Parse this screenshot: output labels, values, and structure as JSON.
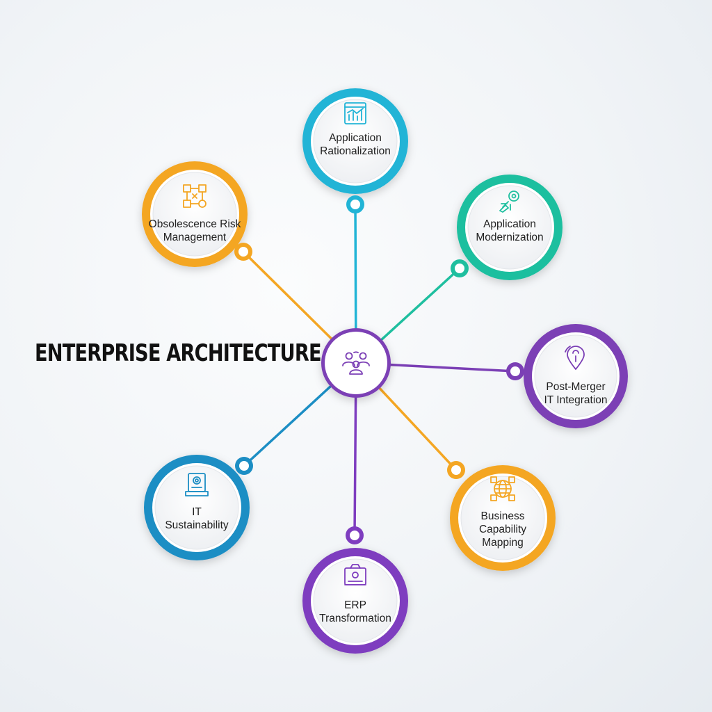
{
  "title": "ENTERPRISE ARCHITECTURE",
  "colors": {
    "cyan": "#21b4d6",
    "teal": "#1fbf9f",
    "purple": "#7b3fb5",
    "orange": "#f4a623",
    "blue": "#1c8ec4",
    "violet": "#7e3dbf"
  },
  "hub": {
    "icon": "people-network-icon",
    "color": "#7b3fb5"
  },
  "nodes": [
    {
      "id": "application-rationalization",
      "lines": [
        "Application",
        "Rationalization"
      ],
      "color": "#21b4d6",
      "icon": "dashboard-chart-icon"
    },
    {
      "id": "application-modernization",
      "lines": [
        "Application",
        "Modernization"
      ],
      "color": "#1fbf9f",
      "icon": "rocket-gear-icon"
    },
    {
      "id": "post-merger-it-integration",
      "lines": [
        "Post-Merger",
        "IT Integration"
      ],
      "color": "#7b3fb5",
      "icon": "location-pin-icon"
    },
    {
      "id": "business-capability-mapping",
      "lines": [
        "Business",
        "Capability",
        "Mapping"
      ],
      "color": "#f4a623",
      "icon": "globe-grid-icon"
    },
    {
      "id": "erp-transformation",
      "lines": [
        "ERP",
        "Transformation"
      ],
      "color": "#7e3dbf",
      "icon": "erp-module-icon"
    },
    {
      "id": "it-sustainability",
      "lines": [
        "IT",
        "Sustainability"
      ],
      "color": "#1c8ec4",
      "icon": "certificate-icon"
    },
    {
      "id": "obsolescence-risk-management",
      "lines": [
        "Obsolescence Risk",
        "Management"
      ],
      "color": "#f4a623",
      "icon": "workflow-map-icon"
    }
  ]
}
